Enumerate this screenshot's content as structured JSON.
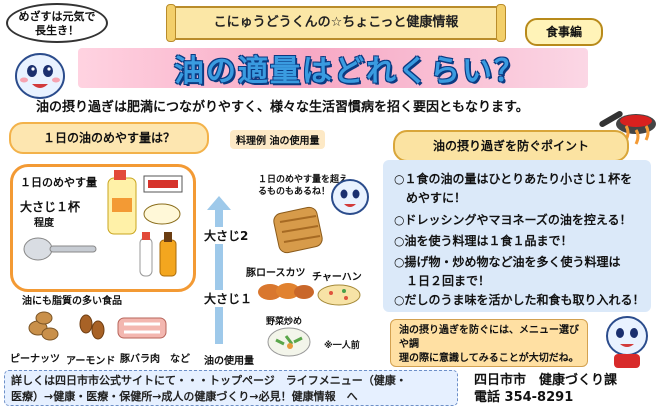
{
  "speech": {
    "line1": "めざすは元気で",
    "line2": "長生き！"
  },
  "header": {
    "title": "こにゅうどうくんの☆ちょこっと健康情報",
    "badge": "食事編"
  },
  "main_title": "油の適量はどれくらい？",
  "intro": "油の摂り過ぎは肥満につながりやすく、様々な生活習慣病を招く要因ともなります。",
  "left": {
    "pill": "１日の油のめやす量は？",
    "box_label": "１日のめやす量",
    "amount_line1": "大さじ１杯",
    "amount_line2": "程度",
    "other_foods": "油にも脂質の多い食品",
    "foods": [
      "ピーナッツ",
      "アーモンド",
      "豚バラ肉",
      "など"
    ]
  },
  "middle": {
    "header": "料理例 油の使用量",
    "caption_line1": "１日のめやす量を超え",
    "caption_line2": "るものもあるね！",
    "tbsp2": "大さじ2",
    "tbsp1": "大さじ１",
    "axis_label": "油の使用量",
    "dishes": [
      "豚ロースカツ",
      "チャーハン",
      "野菜炒め"
    ],
    "per_person": "※一人前"
  },
  "right": {
    "pill": "油の摂り過ぎを防ぐポイント",
    "tips": [
      "○１食の油の量はひとりあたり小さじ１杯を",
      "　めやすに！",
      "○ドレッシングやマヨネーズの油を控える！",
      "○油を使う料理は１食１品まで！",
      "○揚げ物・炒め物など油を多く使う料理は",
      "　１日２回まで！",
      "○だしのうま味を活かした和食も取り入れる！"
    ],
    "note_line1": "油の摂り過ぎを防ぐには、メニュー選びや調",
    "note_line2": "理の際に意識してみることが大切だね。"
  },
  "footer": {
    "line1": "詳しくは四日市市公式サイトにて・・・トップページ　ライフメニュー（健康・",
    "line2": "医療）→健康・医療・保健所→成人の健康づくり→必見！健康情報　へ",
    "dept": "四日市市　健康づくり課",
    "phone": "電話 354-8291"
  },
  "colors": {
    "title_blue": "#3a9be0",
    "banner_pink": "#f7a8c4",
    "orange_frame": "#f39a34",
    "tips_bg": "#dbe9f9"
  }
}
